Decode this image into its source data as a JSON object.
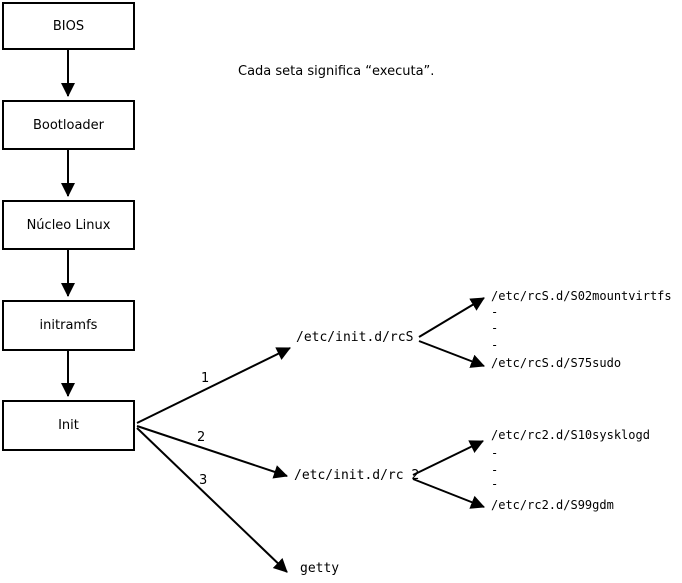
{
  "colors": {
    "line": "#000000",
    "background": "#ffffff",
    "text": "#000000"
  },
  "note": "Cada seta significa “executa”.",
  "boot_chain": [
    {
      "label": "BIOS"
    },
    {
      "label": "Bootloader"
    },
    {
      "label": "Núcleo Linux"
    },
    {
      "label": "initramfs"
    },
    {
      "label": "Init"
    }
  ],
  "init_branches": [
    {
      "order": "1",
      "target": "/etc/init.d/rcS"
    },
    {
      "order": "2",
      "target": "/etc/init.d/rc 2"
    },
    {
      "order": "3",
      "target": "getty"
    }
  ],
  "rcS_scripts": {
    "first": "/etc/rcS.d/S02mountvirtfs",
    "ellipsis": [
      "-",
      "-",
      "-"
    ],
    "last": "/etc/rcS.d/S75sudo"
  },
  "rc2_scripts": {
    "first": "/etc/rc2.d/S10sysklogd",
    "ellipsis": [
      "-",
      "-",
      "-"
    ],
    "last": "/etc/rc2.d/S99gdm"
  }
}
